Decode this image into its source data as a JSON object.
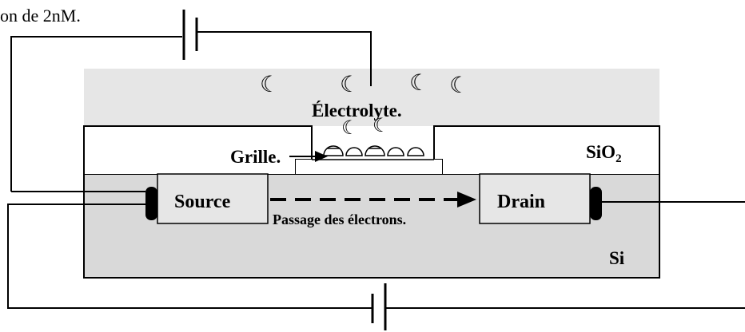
{
  "caption": "on de 2nM.",
  "labels": {
    "electrolyte": "Électrolyte.",
    "gate": "Grille.",
    "oxide": "SiO",
    "oxide_sub": "2",
    "source": "Source",
    "drain": "Drain",
    "electron_flow": "Passage des électrons.",
    "substrate": "Si"
  },
  "glyphs": {
    "ion": "☾"
  },
  "colors": {
    "electrolyte_fill": "#e6e6e6",
    "substrate_fill": "#d9d9d9",
    "line": "#000000",
    "background": "#ffffff"
  }
}
